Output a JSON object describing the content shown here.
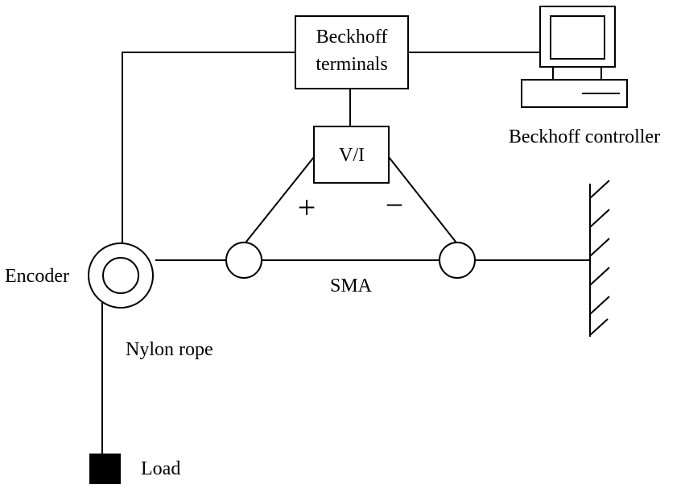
{
  "labels": {
    "beckhoff_terminals_line1": "Beckhoff",
    "beckhoff_terminals_line2": "terminals",
    "vi": "V/I",
    "plus": "+",
    "minus": "−",
    "beckhoff_controller": "Beckhoff controller",
    "encoder": "Encoder",
    "sma": "SMA",
    "nylon_rope": "Nylon rope",
    "load": "Load"
  },
  "icons": {
    "computer": "computer-icon",
    "wall": "fixed-wall-icon"
  },
  "colors": {
    "line": "#000000",
    "background": "#ffffff",
    "load": "#000000"
  }
}
